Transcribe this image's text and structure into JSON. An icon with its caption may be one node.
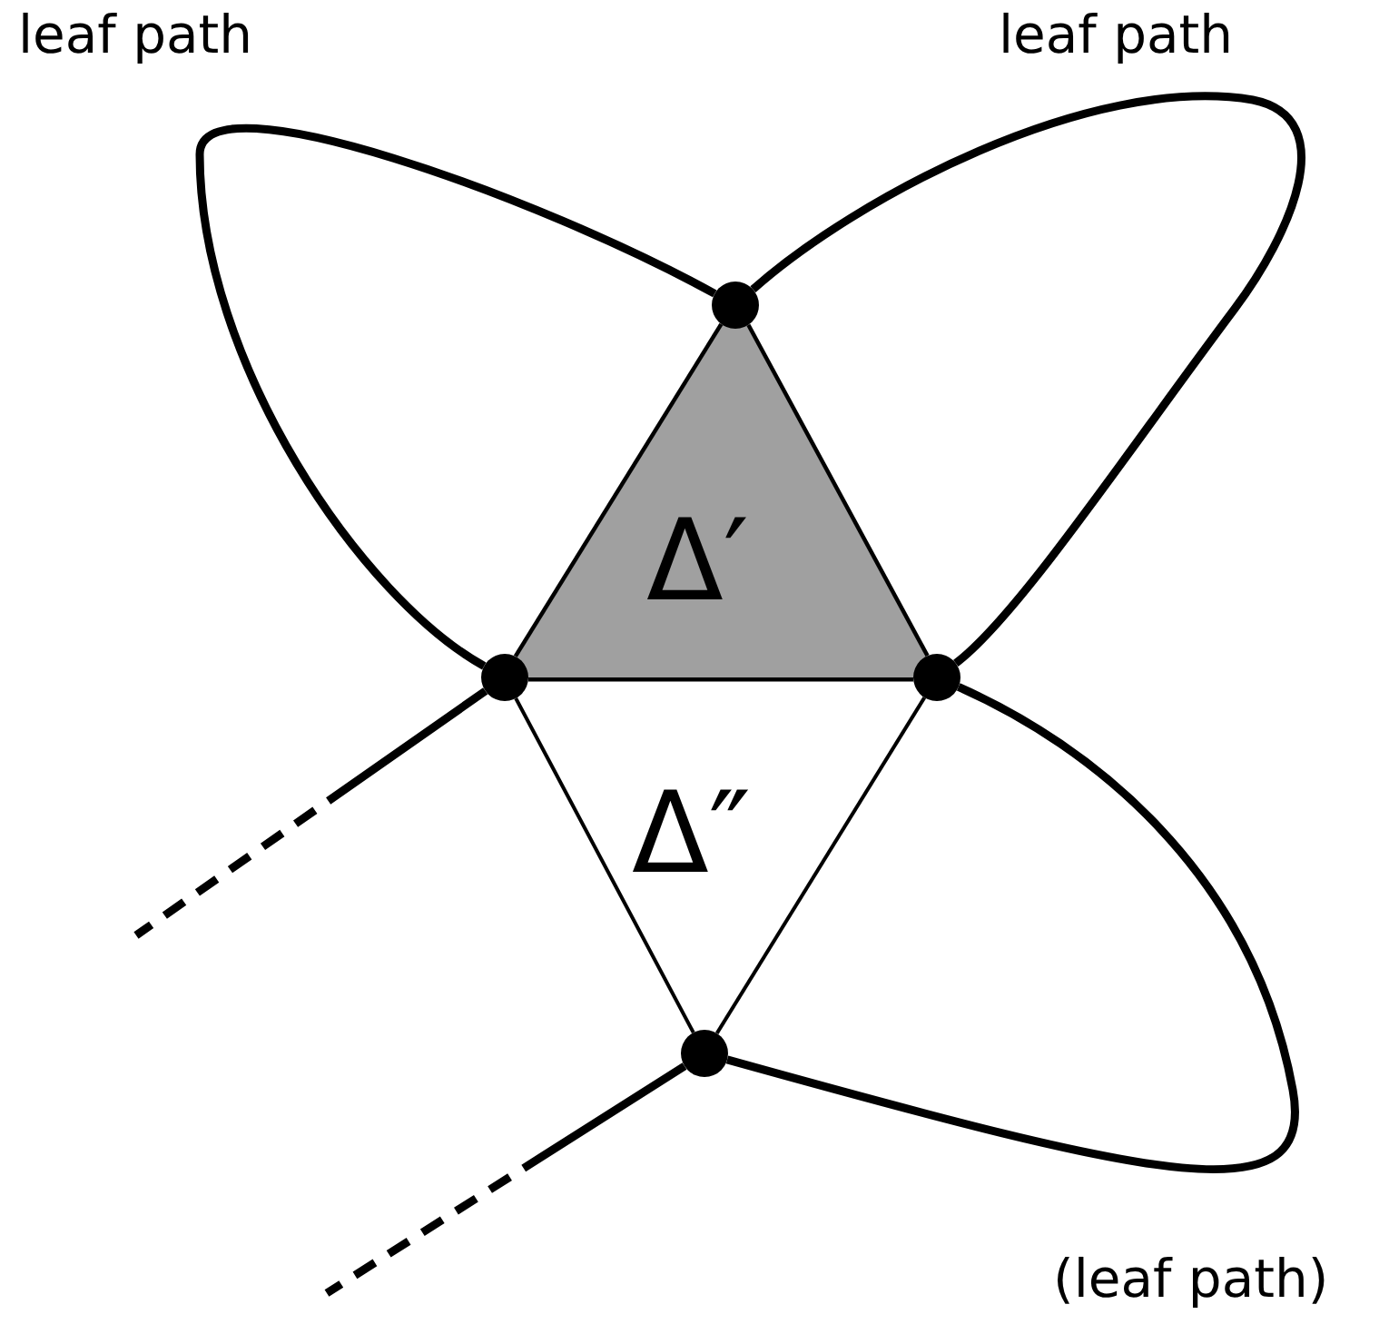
{
  "diagram": {
    "nodes": [
      {
        "text": [],
        "shape": "circle"
      },
      {
        "text": [],
        "shape": "circle"
      },
      {
        "text": [],
        "shape": "circle"
      },
      {
        "text": [],
        "shape": "circle"
      },
      {
        "text": [
          "Δ′"
        ]
      },
      {
        "text": [
          "Δ″"
        ]
      }
    ],
    "edges": [
      {
        "from": 0,
        "to": 1,
        "arrow": "none",
        "label": "leaf path"
      },
      {
        "from": 0,
        "to": 2,
        "arrow": "none",
        "label": "leaf path"
      },
      {
        "from": 2,
        "to": 3,
        "arrow": "none",
        "label": "(leaf path)"
      },
      {
        "from": 0,
        "to": 1,
        "arrow": "none"
      },
      {
        "from": 0,
        "to": 2,
        "arrow": "none"
      },
      {
        "from": 1,
        "to": 2,
        "arrow": "none"
      },
      {
        "from": 1,
        "to": 3,
        "arrow": "none"
      },
      {
        "from": 2,
        "to": 3,
        "arrow": "none"
      },
      {
        "from": 1,
        "to": null,
        "arrow": "none",
        "style": "dashed"
      },
      {
        "from": 3,
        "to": null,
        "arrow": "none",
        "style": "dashed"
      }
    ]
  }
}
